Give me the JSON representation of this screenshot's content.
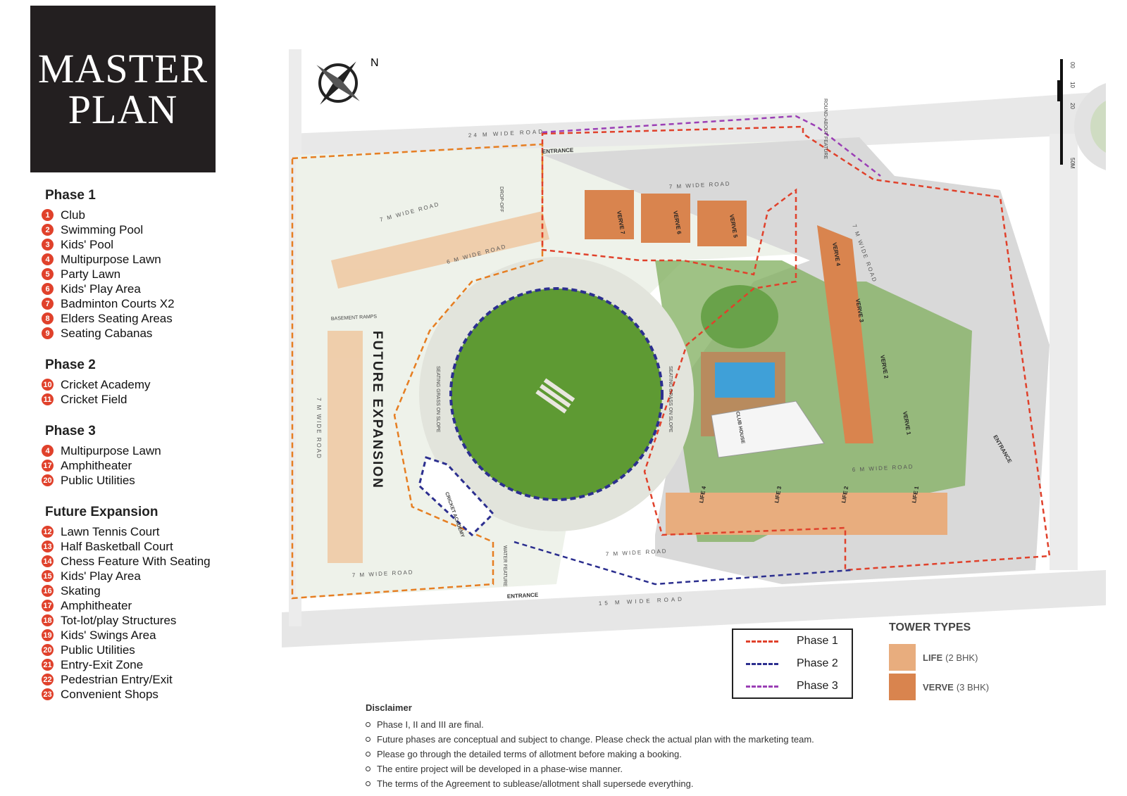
{
  "title": {
    "line1": "MASTER",
    "line2": "PLAN"
  },
  "legend": [
    {
      "heading": "Phase 1",
      "items": [
        {
          "num": "1",
          "label": "Club"
        },
        {
          "num": "2",
          "label": "Swimming Pool"
        },
        {
          "num": "3",
          "label": "Kids' Pool"
        },
        {
          "num": "4",
          "label": "Multipurpose Lawn"
        },
        {
          "num": "5",
          "label": "Party Lawn"
        },
        {
          "num": "6",
          "label": "Kids' Play Area"
        },
        {
          "num": "7",
          "label": "Badminton Courts X2"
        },
        {
          "num": "8",
          "label": "Elders Seating Areas"
        },
        {
          "num": "9",
          "label": "Seating Cabanas"
        }
      ]
    },
    {
      "heading": "Phase 2",
      "items": [
        {
          "num": "10",
          "label": "Cricket Academy"
        },
        {
          "num": "11",
          "label": "Cricket Field"
        }
      ]
    },
    {
      "heading": "Phase 3",
      "items": [
        {
          "num": "4",
          "label": "Multipurpose Lawn"
        },
        {
          "num": "17",
          "label": "Amphitheater"
        },
        {
          "num": "20",
          "label": "Public Utilities"
        }
      ]
    },
    {
      "heading": "Future Expansion",
      "items": [
        {
          "num": "12",
          "label": "Lawn Tennis Court"
        },
        {
          "num": "13",
          "label": "Half Basketball Court"
        },
        {
          "num": "14",
          "label": "Chess Feature With Seating"
        },
        {
          "num": "15",
          "label": "Kids' Play Area"
        },
        {
          "num": "16",
          "label": "Skating"
        },
        {
          "num": "17",
          "label": "Amphitheater"
        },
        {
          "num": "18",
          "label": "Tot-lot/play Structures"
        },
        {
          "num": "19",
          "label": "Kids' Swings Area"
        },
        {
          "num": "20",
          "label": "Public Utilities"
        },
        {
          "num": "21",
          "label": "Entry-Exit Zone"
        },
        {
          "num": "22",
          "label": "Pedestrian Entry/Exit"
        },
        {
          "num": "23",
          "label": "Convenient Shops"
        }
      ]
    }
  ],
  "map": {
    "compass_label": "N",
    "future_expansion_label": "FUTURE EXPANSION",
    "road_24m": "24 M WIDE ROAD",
    "road_15m": "15 M WIDE ROAD",
    "road_7m_a": "7 M WIDE ROAD",
    "road_7m_b": "7 M WIDE ROAD",
    "road_6m": "6 M WIDE ROAD",
    "road_7m_left": "7 M WIDE ROAD",
    "road_7m_inner": "7 M WIDE ROAD",
    "road_6m_inner": "6 M WIDE ROAD",
    "road_7m_bottom": "7 M WIDE ROAD",
    "road_7m_bottom_right": "7 M WIDE ROAD",
    "entrance_top": "ENTRANCE",
    "entrance_bottom": "ENTRANCE",
    "entrance_right": "ENTRANCE",
    "basement_ramps": "BASEMENT RAMPS",
    "drop_off": "DROP-OFF",
    "seating_left": "SEATING GRASS ON SLOPE",
    "seating_right": "SEATING GRASS ON SLOPE",
    "club_house": "CLUB HOUSE",
    "cricket_academy": "CRICKET ACADEMY",
    "water_feature": "WATER FEATURE",
    "round_about": "ROUND-ABOUT FEATURE",
    "towers_verve": [
      "VERVE 7",
      "VERVE 6",
      "VERVE 5",
      "VERVE 4",
      "VERVE 3",
      "VERVE 2",
      "VERVE 1"
    ],
    "towers_life": [
      "LIFE 4",
      "LIFE 3",
      "LIFE 2",
      "LIFE 1"
    ],
    "scale_marks": [
      "00",
      "10",
      "20",
      "50M"
    ]
  },
  "phase_legend": [
    {
      "label": "Phase 1",
      "color": "#e0412b"
    },
    {
      "label": "Phase 2",
      "color": "#2c2f8f"
    },
    {
      "label": "Phase 3",
      "color": "#9b3fb5"
    }
  ],
  "tower_types": {
    "heading": "TOWER TYPES",
    "items": [
      {
        "name": "LIFE",
        "detail": "(2 BHK)",
        "color": "#e8ad7e"
      },
      {
        "name": "VERVE",
        "detail": "(3 BHK)",
        "color": "#d9844e"
      }
    ]
  },
  "disclaimer": {
    "heading": "Disclaimer",
    "items": [
      "Phase I, II and III are final.",
      "Future phases are conceptual and subject to change. Please check the actual plan with the marketing team.",
      "Please go through the detailed terms of allotment before making a booking.",
      "The entire project will be developed in a phase-wise manner.",
      "The terms of the Agreement to sublease/allotment shall supersede everything."
    ]
  }
}
